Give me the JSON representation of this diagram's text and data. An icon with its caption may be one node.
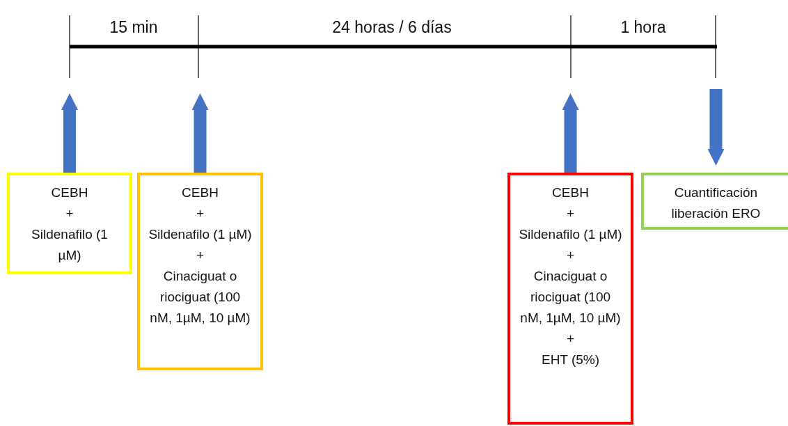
{
  "diagram": {
    "nodes": [
      {
        "text": [
          "CEBH",
          "+",
          "Sildenafilo (1 µM)"
        ]
      },
      {
        "text": [
          "CEBH",
          "+",
          "Sildenafilo (1 µM)",
          "+",
          "Cinaciguat o riociguat (100 nM, 1µM, 10 µM)"
        ]
      },
      {
        "text": [
          "CEBH",
          "+",
          "Sildenafilo (1 µM)",
          "+",
          "Cinaciguat o riociguat (100 nM, 1µM, 10 µM)",
          "+",
          "EHT (5%)"
        ]
      },
      {
        "text": [
          "Cuantificación liberación ERO"
        ]
      }
    ],
    "edges": [
      {
        "from": 0,
        "to": null,
        "arrow": "to"
      },
      {
        "from": 1,
        "to": null,
        "arrow": "to"
      },
      {
        "from": 2,
        "to": null,
        "arrow": "to"
      },
      {
        "from": null,
        "to": 3,
        "arrow": "to"
      }
    ],
    "labels": [
      "15 min",
      "24 horas / 6 días",
      "1 hora"
    ]
  }
}
